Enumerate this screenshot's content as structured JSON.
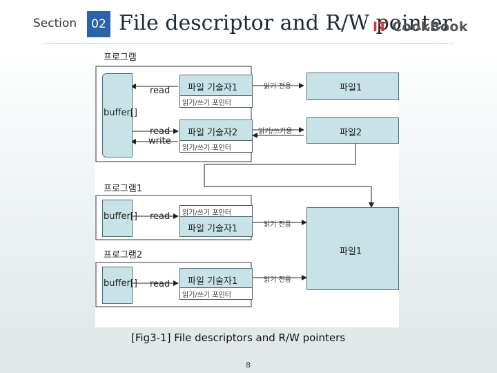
{
  "header": {
    "section_label": "Section",
    "section_number": "02",
    "title": "File descriptor and R/W pointer",
    "logo_it": "IT",
    "logo_text": "CookBook"
  },
  "diagram1": {
    "program_title": "프로그램",
    "buffer_label": "buffer[]",
    "row1": {
      "op": "read",
      "fd": "파일 기술자1",
      "pointer": "읽기/쓰기 포인터",
      "mode": "읽기 전용",
      "file": "파일1"
    },
    "row2": {
      "op_read": "read",
      "op_write": "write",
      "fd": "파일 기술자2",
      "pointer": "읽기/쓰기 포인터",
      "mode": "읽기/쓰기용",
      "file": "파일2"
    }
  },
  "diagram2": {
    "program1": {
      "title": "프로그램1",
      "buffer": "buffer[]",
      "op": "read",
      "pointer": "읽기/쓰기 포인터",
      "fd": "파일 기술자1",
      "mode": "읽기 전용"
    },
    "program2": {
      "title": "프로그램2",
      "buffer": "buffer[]",
      "op": "read",
      "fd": "파일 기술자1",
      "pointer": "읽기/쓰기 포인터",
      "mode": "읽기 전용"
    },
    "shared_file": "파일1"
  },
  "caption": "[Fig3-1] File descriptors and R/W pointers",
  "page_number": "8"
}
